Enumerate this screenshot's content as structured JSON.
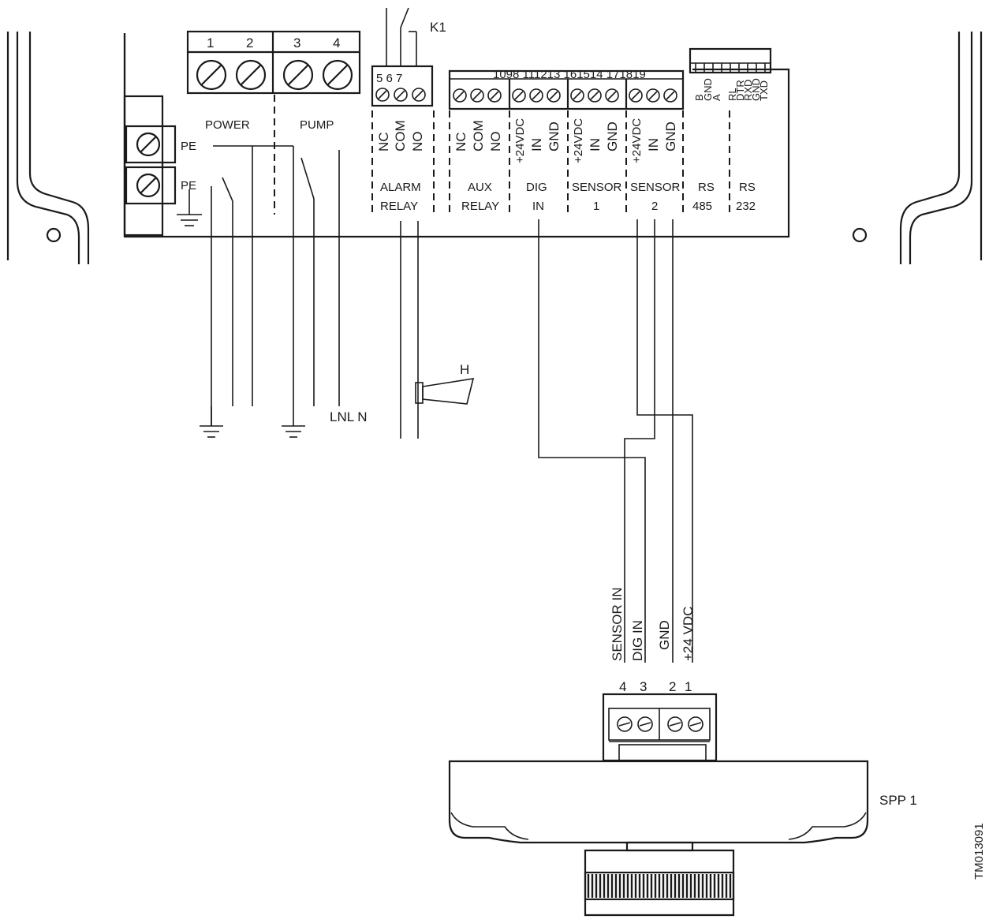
{
  "power_terminals": {
    "t1": "1",
    "t2": "2",
    "t3": "3",
    "t4": "4",
    "power_label": "POWER",
    "pump_label": "PUMP"
  },
  "pe_labels": [
    "PE",
    "PE"
  ],
  "k1_label": "K1",
  "horn_label": "H",
  "mains_label": "LNL N",
  "terminal_numbers": {
    "alarm": "5 6 7",
    "block": "1098 111213 161514 171819"
  },
  "alarm_pins": [
    "NC",
    "COM",
    "NO"
  ],
  "aux_pins": [
    "NC",
    "COM",
    "NO"
  ],
  "dig_pins": [
    "+24VDC",
    "IN",
    "GND"
  ],
  "sensor1_pins": [
    "+24VDC",
    "IN",
    "GND"
  ],
  "sensor2_pins": [
    "+24VDC",
    "IN",
    "GND"
  ],
  "rs485_pins": [
    "B",
    "GND",
    "A"
  ],
  "rs232_pins": [
    "RL",
    "DTR",
    "RXD",
    "GND",
    "TXD"
  ],
  "groups": {
    "alarm_l1": "ALARM",
    "alarm_l2": "RELAY",
    "aux_l1": "AUX",
    "aux_l2": "RELAY",
    "dig_l1": "DIG",
    "dig_l2": "IN",
    "s1_l1": "SENSOR",
    "s1_l2": "1",
    "s2_l1": "SENSOR",
    "s2_l2": "2",
    "rs485_l1": "RS",
    "rs485_l2": "485",
    "rs232_l1": "RS",
    "rs232_l2": "232"
  },
  "sensor_wires": [
    "SENSOR IN",
    "DIG IN",
    "GND",
    "+24 VDC"
  ],
  "sensor_pins": {
    "p4": "4",
    "p3": "3",
    "p2": "2",
    "p1": "1"
  },
  "sensor_label": "SPP 1",
  "doc_id": "TM013091"
}
